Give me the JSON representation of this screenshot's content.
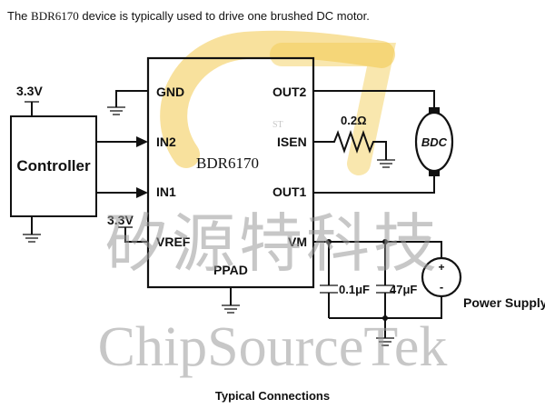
{
  "header": {
    "prefix": "The",
    "device": "BDR6170",
    "suffix": "device is typically used to drive one brushed DC motor."
  },
  "chip": {
    "name": "BDR6170",
    "pins": {
      "gnd": "GND",
      "in2": "IN2",
      "in1": "IN1",
      "vref": "VREF",
      "out2": "OUT2",
      "isen": "ISEN",
      "out1": "OUT1",
      "vm": "VM",
      "ppad": "PPAD"
    }
  },
  "controller": {
    "label": "Controller",
    "supply": "3.3V"
  },
  "vref_supply": "3.3V",
  "resistor": "0.2Ω",
  "motor": "BDC",
  "capacitors": {
    "c1": "0.1μF",
    "c2": "47μF"
  },
  "power_supply": {
    "label": "Power Supply",
    "plus": "+",
    "minus": "-"
  },
  "watermark": {
    "chinese": "矽源特科技",
    "english": "ChipSourceTek",
    "logo_letters": "ST",
    "logo_color": "#f2c94c"
  },
  "caption": "Typical Connections"
}
